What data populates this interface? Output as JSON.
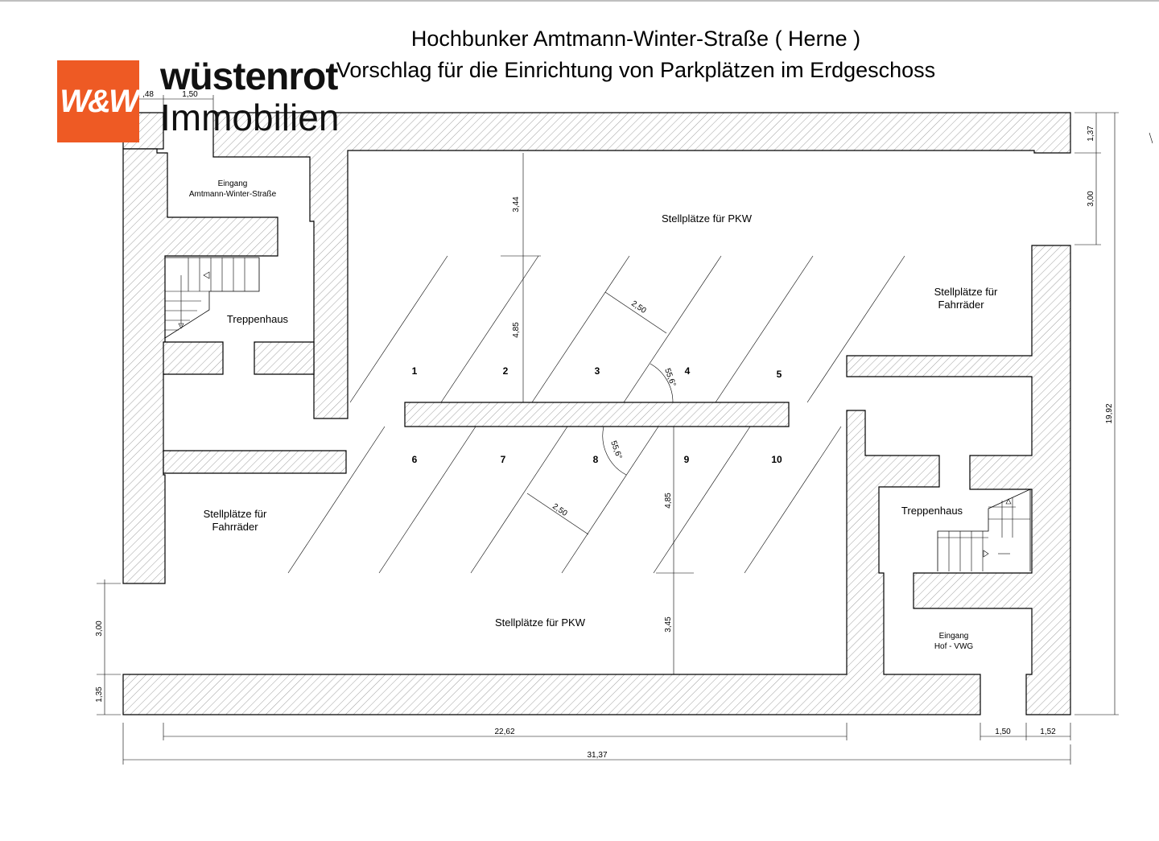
{
  "title_line1": "Hochbunker Amtmann-Winter-Straße ( Herne )",
  "title_line2": "Vorschlag für die Einrichtung von Parkplätzen im Erdgeschoss",
  "logo": {
    "mark": "W&W",
    "word1": "wüstenrot",
    "word2": "Immobilien",
    "color": "#ee5a24"
  },
  "labels": {
    "entrance_top": "Eingang",
    "entrance_top_street": "Amtmann-Winter-Straße",
    "stairs_left": "Treppenhaus",
    "stairs_right": "Treppenhaus",
    "car_top": "Stellplätze für PKW",
    "car_bottom": "Stellplätze für PKW",
    "bike_left_1": "Stellplätze für",
    "bike_left_2": "Fahrräder",
    "bike_right_1": "Stellplätze für",
    "bike_right_2": "Fahrräder",
    "entrance_bottom": "Eingang",
    "entrance_bottom_sub": "Hof - VWG"
  },
  "spaces": [
    "1",
    "2",
    "3",
    "4",
    "5",
    "6",
    "7",
    "8",
    "9",
    "10"
  ],
  "dimensions": {
    "top_left_a": ",48",
    "top_left_b": "1,50",
    "right_top": "1,37",
    "right_gap": "3,00",
    "right_total": "19,92",
    "inner_top": "3,44",
    "space_depth_top": "4,85",
    "space_width_top": "2,50",
    "angle_top": "55,6°",
    "angle_bottom": "55,6°",
    "space_width_bottom": "2,50",
    "space_depth_bottom": "4,85",
    "inner_bottom": "3,45",
    "left_gap": "3,00",
    "left_bottom": "1,35",
    "bottom_inner": "22,62",
    "bottom_right_a": "1,50",
    "bottom_right_b": "1,52",
    "bottom_total": "31,37"
  }
}
